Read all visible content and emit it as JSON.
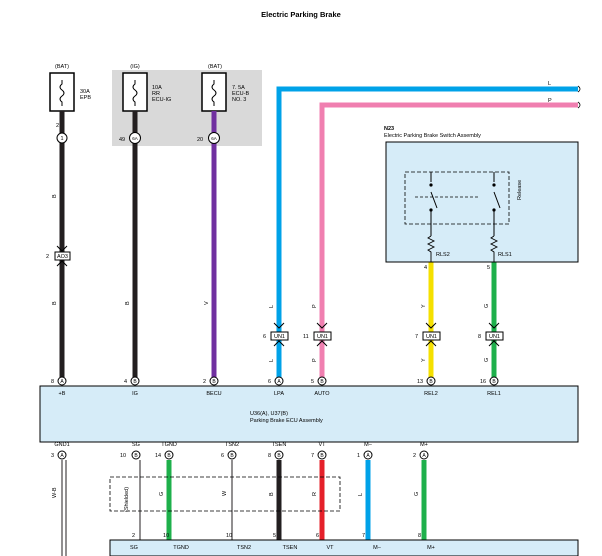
{
  "title": "Electric Parking Brake",
  "power": {
    "bat1": "(BAT)",
    "ig": "(IG)",
    "bat2": "(BAT)",
    "fuse1": [
      "30A",
      "EPB"
    ],
    "fuse2": [
      "10A",
      "RR",
      "ECU-IG"
    ],
    "fuse3": [
      "7. 5A",
      "ECU-B",
      "NO. 3"
    ]
  },
  "wires_top": {
    "fuse1_pin": "2",
    "fuse1_conn": "1",
    "fuse2_pin": "49",
    "fuse2_conn": "6A",
    "fuse3_pin": "20",
    "fuse3_conn": "6A",
    "b": "B",
    "v": "V",
    "l": "L",
    "p": "P",
    "y": "Y",
    "g": "G"
  },
  "junction": {
    "pin": "2",
    "label": "AO3"
  },
  "switch": {
    "id": "N23",
    "name": "Electric Parking Brake Switch Assembly",
    "release": "Release",
    "rls2": "RLS2",
    "rls1": "RLS1",
    "pin_rls2": "4",
    "pin_rls1": "5"
  },
  "connectors_mid": {
    "lpa_pin": "6",
    "auto_pin": "11",
    "rel2_pin": "7",
    "rel1_pin": "8",
    "label": "UN1"
  },
  "ecu": {
    "ids": "U36(A), U37(B)",
    "name": "Parking Brake ECU Assembly",
    "top_pins": [
      {
        "pin": "8",
        "conn": "A",
        "term": "+B"
      },
      {
        "pin": "4",
        "conn": "B",
        "term": "IG"
      },
      {
        "pin": "2",
        "conn": "B",
        "term": "BECU"
      },
      {
        "pin": "6",
        "conn": "A",
        "term": "LPA"
      },
      {
        "pin": "5",
        "conn": "B",
        "term": "AUTO"
      },
      {
        "pin": "13",
        "conn": "B",
        "term": "REL2"
      },
      {
        "pin": "16",
        "conn": "B",
        "term": "REL1"
      }
    ],
    "bottom_pins": [
      {
        "pin": "3",
        "conn": "A",
        "term": "GND1"
      },
      {
        "pin": "10",
        "conn": "B",
        "term": "SG"
      },
      {
        "pin": "14",
        "conn": "B",
        "term": "TGND"
      },
      {
        "pin": "6",
        "conn": "B",
        "term": "TSN2"
      },
      {
        "pin": "8",
        "conn": "B",
        "term": "TSEN"
      },
      {
        "pin": "7",
        "conn": "B",
        "term": "VT"
      },
      {
        "pin": "1",
        "conn": "A",
        "term": "M–"
      },
      {
        "pin": "2",
        "conn": "A",
        "term": "M+"
      }
    ]
  },
  "shielded": "(Shielded)",
  "wire_bottom": {
    "wb": "W-B",
    "g": "G",
    "w": "W",
    "b": "B",
    "r": "R",
    "l": "L",
    "g2": "G"
  },
  "lower_device": {
    "pins": [
      "2",
      "10",
      "5",
      "6",
      "7",
      "8"
    ],
    "terms": [
      "SG",
      "TGND",
      "TSN2",
      "TSEN",
      "VT",
      "M–",
      "M+"
    ]
  },
  "colors": {
    "black": "#231f20",
    "violet": "#7030a0",
    "blue": "#00a2e8",
    "pink": "#f07fb0",
    "yellow": "#f5e000",
    "green": "#1eb04b",
    "red": "#e5202a",
    "ecu_fill": "#d6ecf8",
    "fuse_box": "#d9d9d9"
  }
}
